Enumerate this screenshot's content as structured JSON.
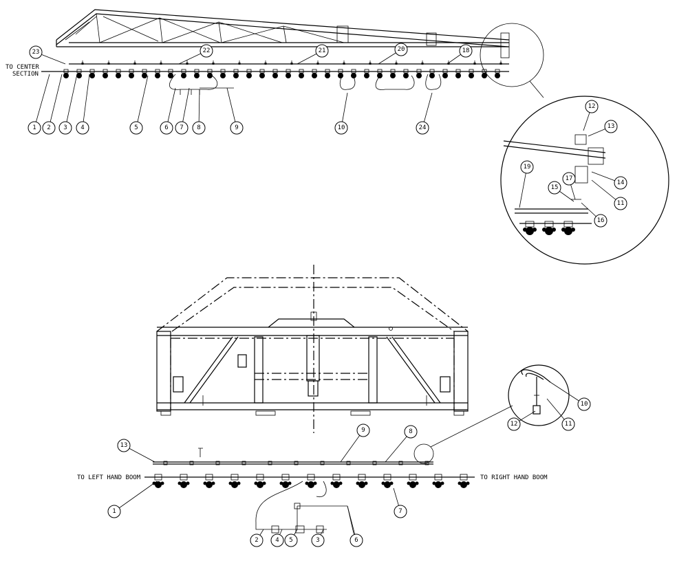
{
  "labels": {
    "to_center_section_line1": "TO CENTER",
    "to_center_section_line2": "SECTION",
    "to_left_hand_boom": "TO LEFT HAND BOOM",
    "to_right_hand_boom": "TO RIGHT HAND BOOM"
  },
  "upper_boom_callouts": [
    "23",
    "22",
    "21",
    "20",
    "18",
    "1",
    "2",
    "3",
    "4",
    "5",
    "6",
    "7",
    "8",
    "9",
    "10",
    "24"
  ],
  "detail_top_callouts": [
    "12",
    "13",
    "14",
    "11",
    "17",
    "15",
    "16",
    "19"
  ],
  "center_section_callouts": [
    "13",
    "9",
    "8",
    "1",
    "7",
    "2",
    "4",
    "5",
    "3",
    "6"
  ],
  "detail_bottom_callouts": [
    "10",
    "11",
    "12"
  ]
}
